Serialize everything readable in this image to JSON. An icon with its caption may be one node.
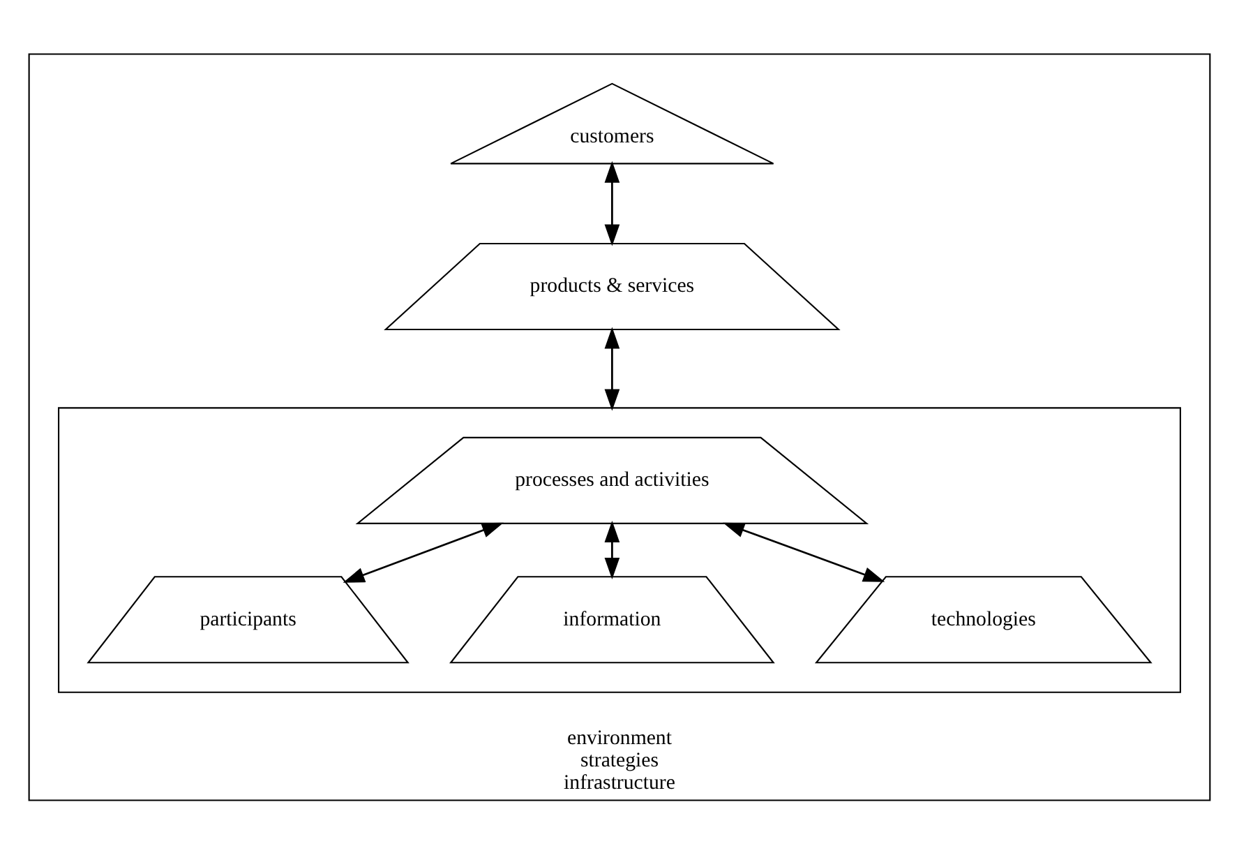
{
  "diagram": {
    "nodes": [
      {
        "text": [
          "environment",
          "strategies",
          "infrastructure"
        ]
      },
      {
        "text": [
          "customers"
        ],
        "in": 0
      },
      {
        "text": [
          "products & services"
        ],
        "in": 0
      },
      {
        "text": [],
        "shape": "trapezoid",
        "in": 0
      },
      {
        "text": [
          "processes and activities"
        ],
        "in": 3
      },
      {
        "text": [
          "participants"
        ],
        "in": 3
      },
      {
        "text": [
          "information"
        ],
        "in": 3
      },
      {
        "text": [
          "technologies"
        ],
        "in": 3
      }
    ],
    "edges": [
      {
        "from": 1,
        "to": 2,
        "arrow": "both"
      },
      {
        "from": 2,
        "to": 3,
        "arrow": "both"
      },
      {
        "from": 4,
        "to": 5,
        "arrow": "both"
      },
      {
        "from": 4,
        "to": 6,
        "arrow": "both"
      },
      {
        "from": 4,
        "to": 7,
        "arrow": "both"
      }
    ]
  }
}
